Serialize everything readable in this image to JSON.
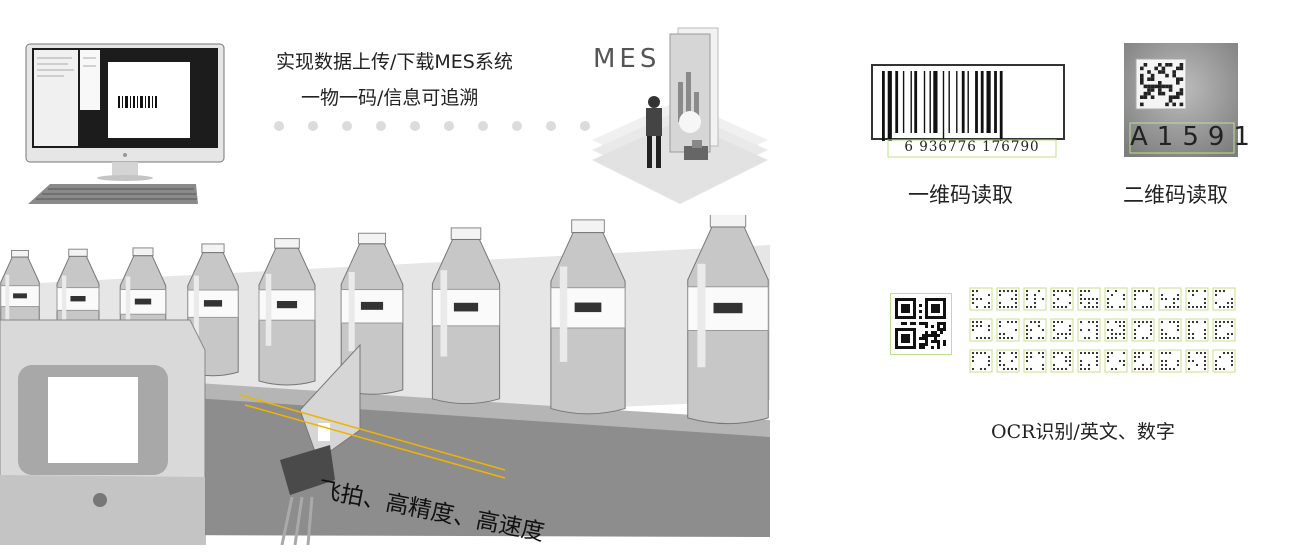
{
  "mes": {
    "line1": "实现数据上传/下载MES系统",
    "line2": "一物一码/信息可追溯",
    "logo": "MES"
  },
  "barcode": {
    "digits": "6 936776 176790",
    "caption": "一维码读取"
  },
  "qrcode": {
    "digits": "A1591",
    "caption": "二维码读取"
  },
  "ocr": {
    "caption": "OCR识别/英文、数字"
  },
  "production": {
    "caption": "飞拍、高精度、高速度"
  },
  "colors": {
    "accent_beam": "#f0b400",
    "ocr_box": "#c8e08a"
  }
}
